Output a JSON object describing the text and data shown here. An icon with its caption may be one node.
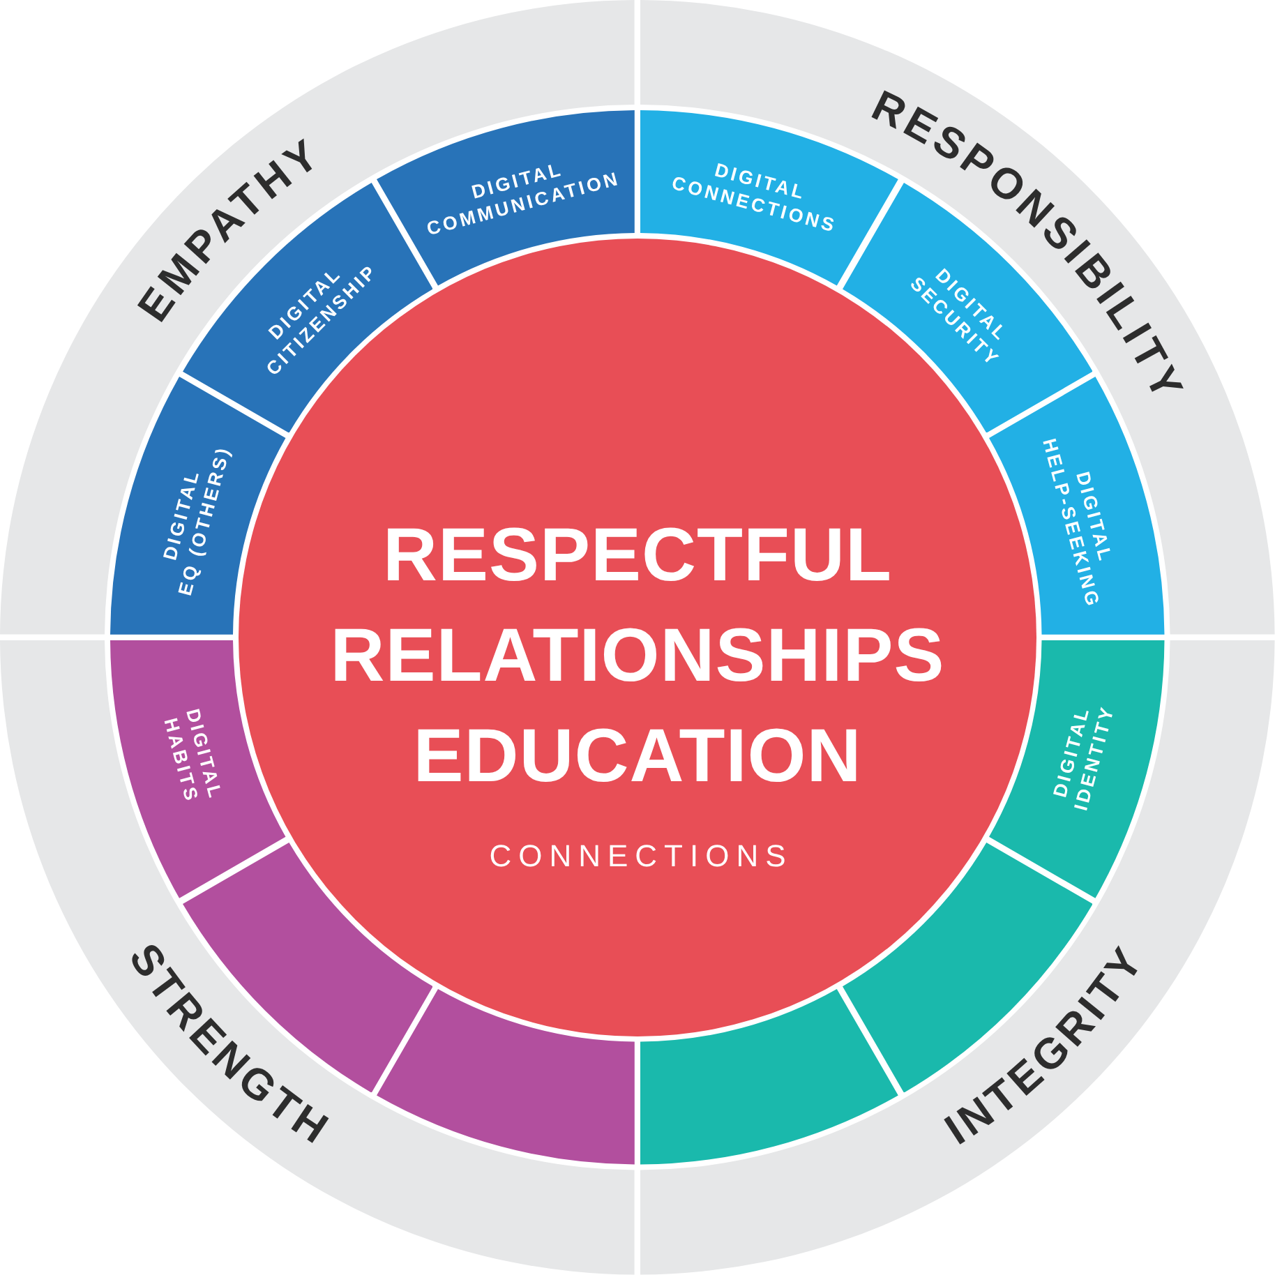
{
  "diagram": {
    "nodes": [
      {
        "text": [
          "RESPECTFUL RELATIONSHIPS EDUCATION",
          "CONNECTIONS"
        ]
      },
      {
        "text": [
          "EMPATHY"
        ]
      },
      {
        "text": [
          "DIGITAL EQ (OTHERS)"
        ],
        "in": 1
      },
      {
        "text": [
          "DIGITAL CITIZENSHIP"
        ],
        "in": 1
      },
      {
        "text": [
          "DIGITAL COMMUNICATION"
        ],
        "in": 1
      },
      {
        "text": [
          "RESPONSIBILITY"
        ]
      },
      {
        "text": [
          "DIGITAL CONNECTIONS"
        ],
        "in": 5
      },
      {
        "text": [
          "DIGITAL SECURITY"
        ],
        "in": 5
      },
      {
        "text": [
          "DIGITAL HELP-SEEKING"
        ],
        "in": 5
      },
      {
        "text": [
          "INTEGRITY"
        ]
      },
      {
        "text": [
          "DIGITAL IDENTITY"
        ],
        "in": 9
      },
      {
        "text": [],
        "shape": "segment",
        "in": 9
      },
      {
        "text": [],
        "shape": "segment",
        "in": 9
      },
      {
        "text": [
          "STRENGTH"
        ]
      },
      {
        "text": [],
        "shape": "segment",
        "in": 13
      },
      {
        "text": [],
        "shape": "segment",
        "in": 13
      },
      {
        "text": [
          "DIGITAL HABITS"
        ],
        "in": 13
      }
    ]
  }
}
